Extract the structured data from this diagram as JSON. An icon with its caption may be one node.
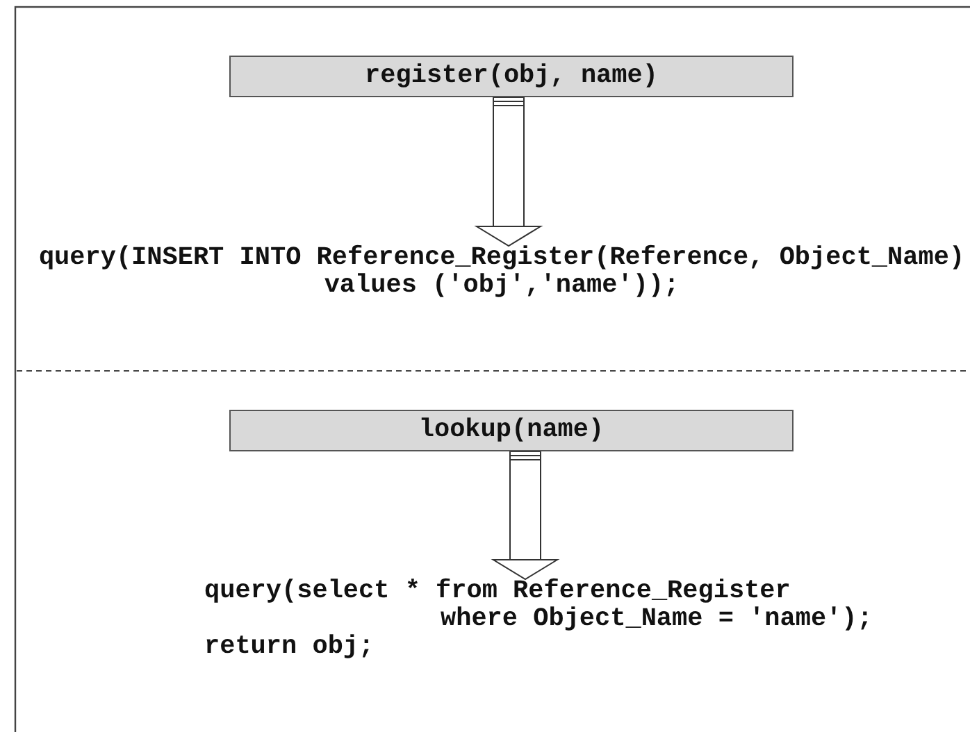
{
  "diagram": {
    "nodes": [
      {
        "text": [
          "register(obj, name)"
        ]
      },
      {
        "text": [
          "query(INSERT INTO Reference_Register(Reference, Object_Name) values ('obj','name'));"
        ]
      },
      {
        "text": [
          "lookup(name)"
        ]
      },
      {
        "text": [
          "query(select * from Reference_Register where Object_Name = 'name');",
          "return obj;"
        ]
      }
    ],
    "edges": [
      {
        "from": 0,
        "to": 1,
        "arrow": "to"
      },
      {
        "from": 2,
        "to": 3,
        "arrow": "to"
      }
    ]
  }
}
